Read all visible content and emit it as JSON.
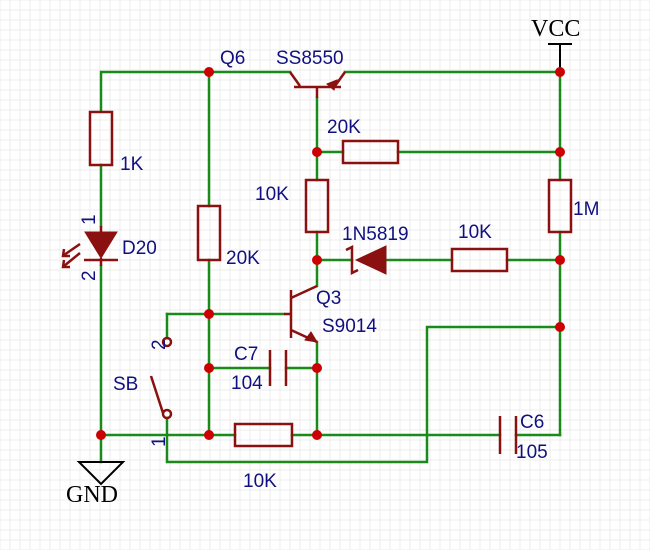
{
  "power": {
    "vcc": "VCC",
    "gnd": "GND"
  },
  "components": {
    "q6_ref": "Q6",
    "q6_part": "SS8550",
    "q3_ref": "Q3",
    "q3_part": "S9014",
    "r_q6_bias": "20K",
    "r_q6_base": "10K",
    "r_led": "1K",
    "r_left_bias": "20K",
    "r_1m": "1M",
    "r_diode_series": "10K",
    "r_bottom": "10K",
    "d20_ref": "D20",
    "d20_pin1": "1",
    "d20_pin2": "2",
    "diode_part": "1N5819",
    "c7_ref": "C7",
    "c7_value": "104",
    "c6_ref": "C6",
    "c6_value": "105",
    "sb_ref": "SB",
    "sb_pin2": "2",
    "sb_pin1": "1"
  },
  "colors": {
    "wire": "#1a8a1a",
    "component": "#8b1010",
    "junction": "#cc0000",
    "label": "#101080"
  }
}
